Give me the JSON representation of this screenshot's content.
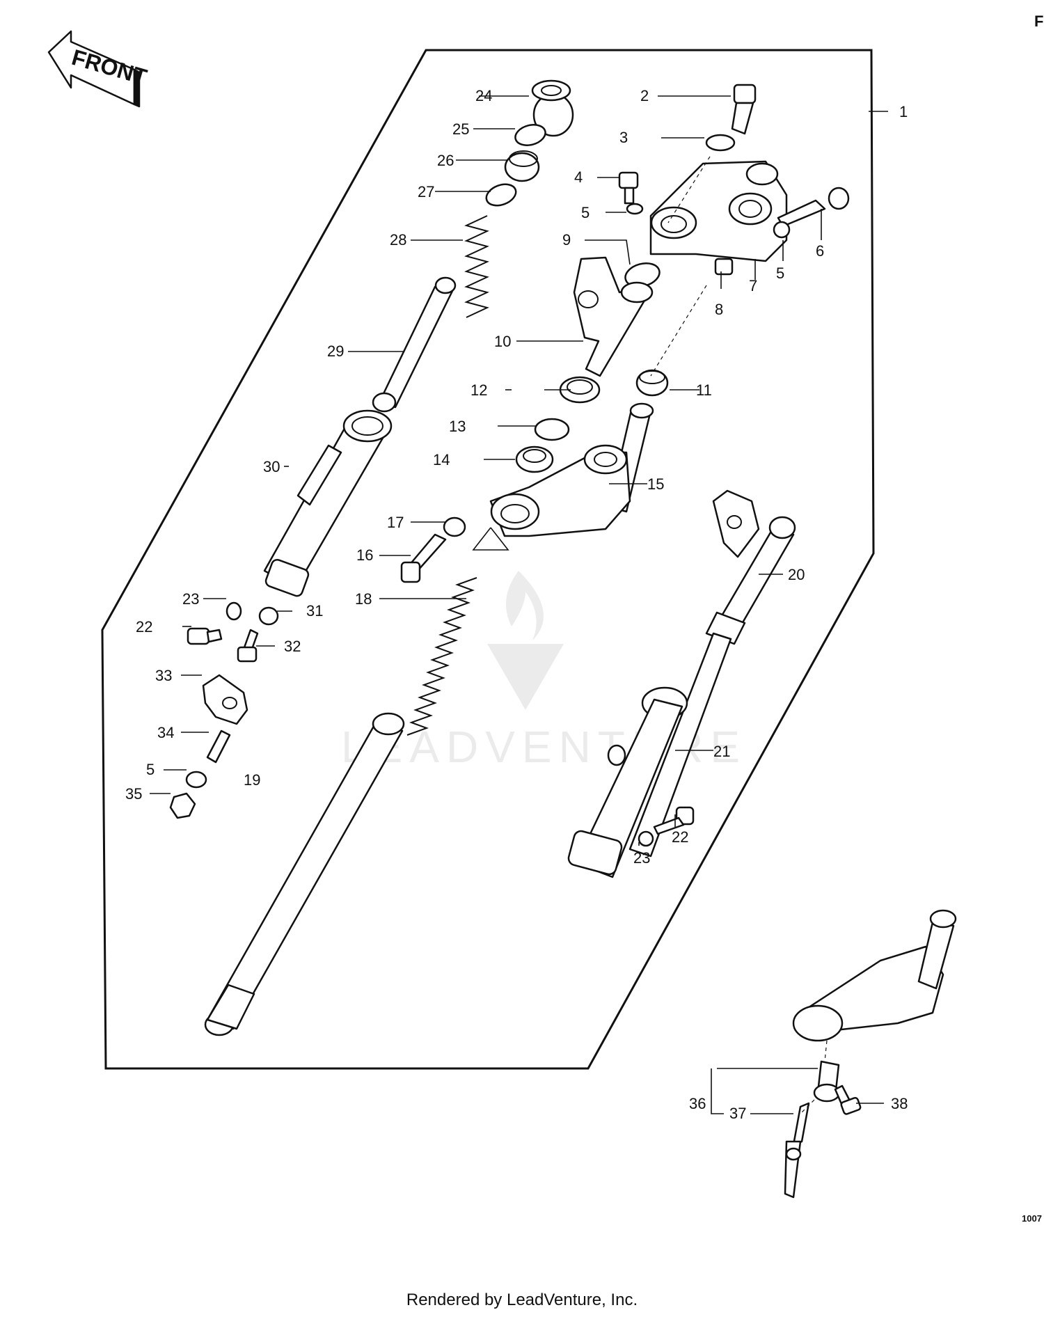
{
  "front_label": "FRONT",
  "page_corner": "F",
  "diagram_id": "1007",
  "watermark": "LEADVENTURE",
  "footer": "Rendered by LeadVenture, Inc.",
  "callouts": [
    "1",
    "2",
    "3",
    "4",
    "5",
    "6",
    "7",
    "8",
    "9",
    "10",
    "11",
    "12",
    "13",
    "14",
    "15",
    "16",
    "17",
    "18",
    "19",
    "20",
    "21",
    "22",
    "23",
    "24",
    "25",
    "26",
    "27",
    "28",
    "29",
    "30",
    "31",
    "32",
    "33",
    "34",
    "35",
    "36",
    "37",
    "38"
  ]
}
